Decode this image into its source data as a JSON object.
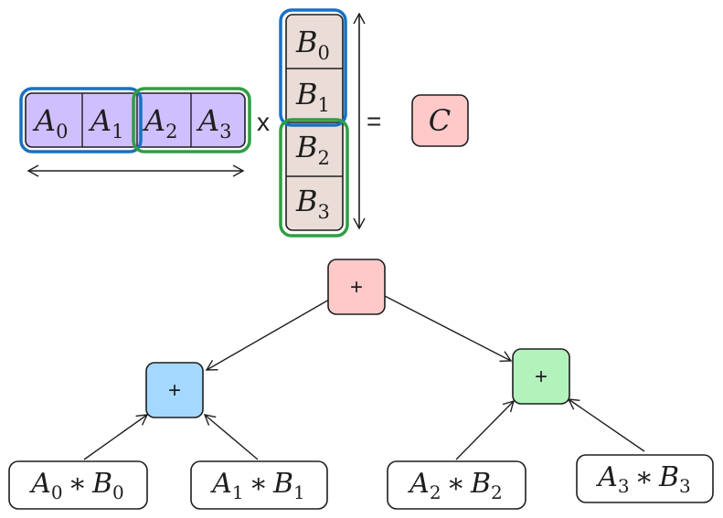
{
  "matrix_a": {
    "cells": [
      {
        "base": "A",
        "sub": "0"
      },
      {
        "base": "A",
        "sub": "1"
      },
      {
        "base": "A",
        "sub": "2"
      },
      {
        "base": "A",
        "sub": "3"
      }
    ]
  },
  "matrix_b": {
    "cells": [
      {
        "base": "B",
        "sub": "0"
      },
      {
        "base": "B",
        "sub": "1"
      },
      {
        "base": "B",
        "sub": "2"
      },
      {
        "base": "B",
        "sub": "3"
      }
    ]
  },
  "operators": {
    "times": "x",
    "equals": "="
  },
  "result": {
    "label": "C"
  },
  "tree": {
    "root": {
      "label": "+"
    },
    "left_sum": {
      "label": "+"
    },
    "right_sum": {
      "label": "+"
    },
    "products": [
      {
        "a": "A",
        "a_sub": "0",
        "op": "∗",
        "b": "B",
        "b_sub": "0"
      },
      {
        "a": "A",
        "a_sub": "1",
        "op": "∗",
        "b": "B",
        "b_sub": "1"
      },
      {
        "a": "A",
        "a_sub": "2",
        "op": "∗",
        "b": "B",
        "b_sub": "2"
      },
      {
        "a": "A",
        "a_sub": "3",
        "op": "∗",
        "b": "B",
        "b_sub": "3"
      }
    ]
  },
  "colors": {
    "a_fill": "#d0bfff",
    "b_fill": "#eaddd7",
    "c_fill": "#ffc9c9",
    "root_fill": "#ffc9c9",
    "left_fill": "#a5d8ff",
    "right_fill": "#b2f2bb",
    "blue_group": "#1971c2",
    "green_group": "#2f9e44",
    "stroke": "#1e1e1e"
  }
}
